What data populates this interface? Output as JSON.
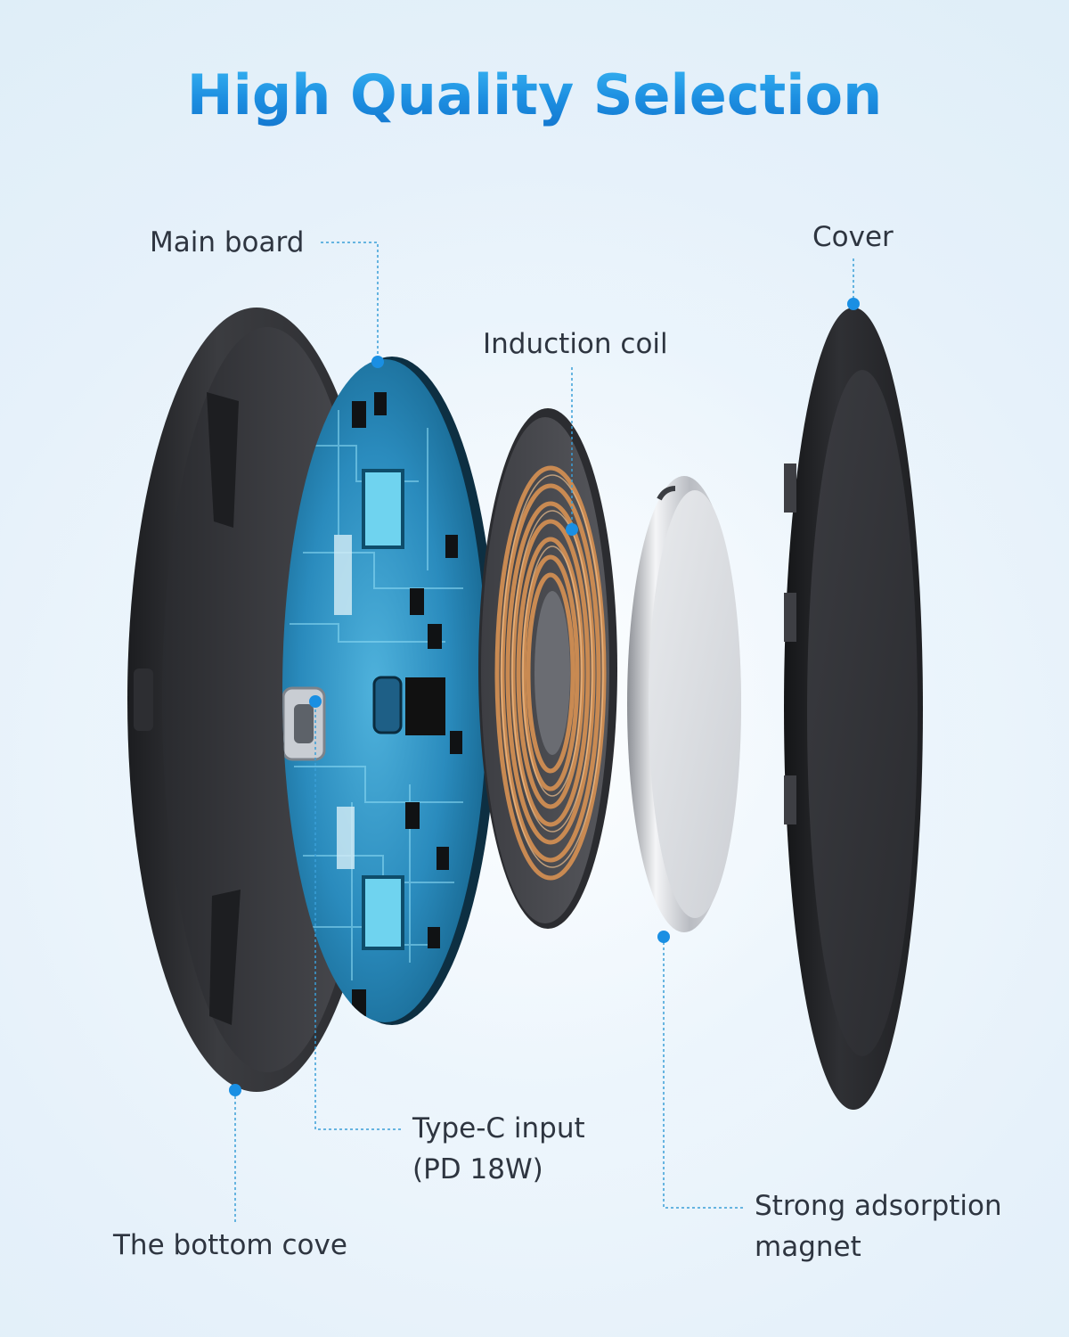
{
  "title": "High Quality Selection",
  "labels": {
    "main_board": "Main board",
    "cover": "Cover",
    "induction_coil": "Induction coil",
    "type_c_line1": "Type-C input",
    "type_c_line2": "(PD 18W)",
    "bottom_cover": "The bottom cove",
    "magnet_line1": "Strong adsorption",
    "magnet_line2": "magnet"
  },
  "colors": {
    "title": "#1d8fe1",
    "label_text": "#2e3540",
    "leader_line": "#3a9fd8",
    "marker_dot": "#1a8fe3",
    "pcb": "#2c89b8",
    "coil": "#c98a52",
    "magnet": "#d4d7dc",
    "cover": "#2a2b2e"
  }
}
